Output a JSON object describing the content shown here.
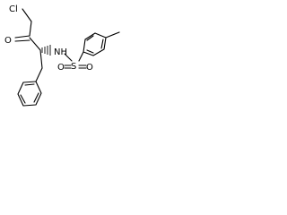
{
  "molecule": {
    "atoms": {
      "chlorine": "Cl",
      "carbonyl_oxygen": "O",
      "amide_nh": "NH",
      "sulfur": "S",
      "sulfonyl_oxygen_left": "O",
      "sulfonyl_oxygen_right": "O"
    }
  }
}
